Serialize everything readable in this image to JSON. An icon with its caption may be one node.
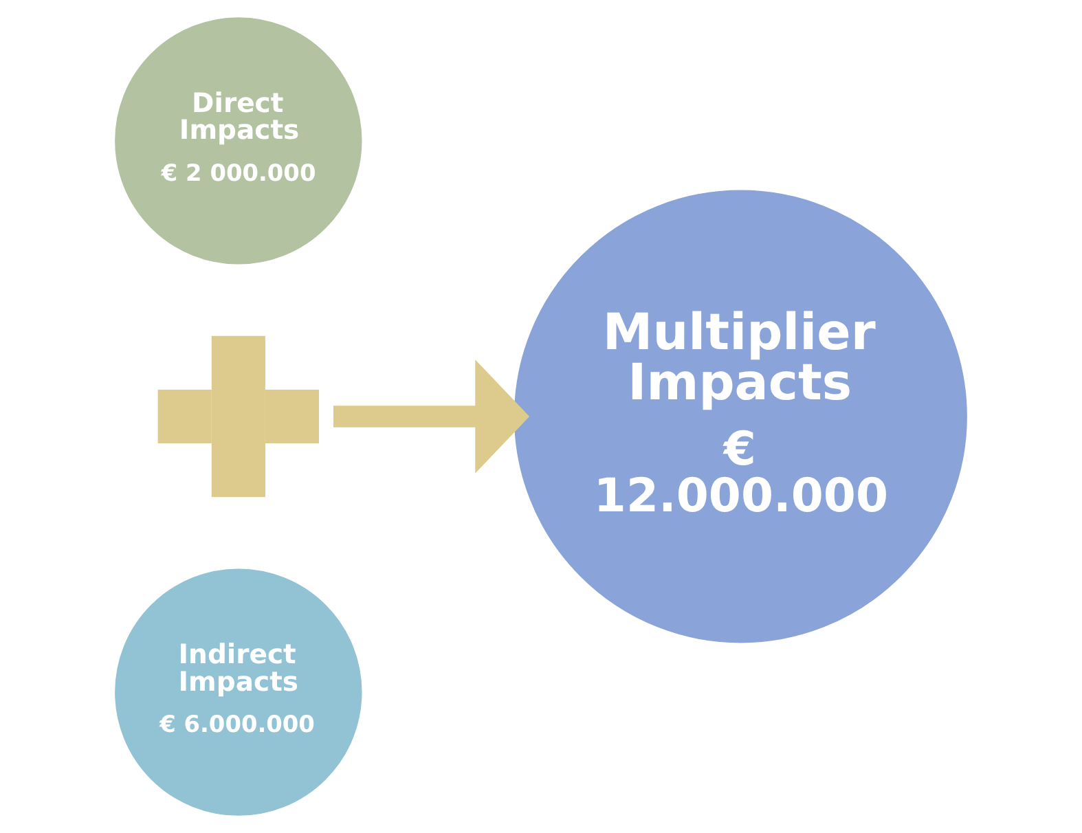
{
  "diagram": {
    "nodes": [
      {
        "text": [
          "Direct Impacts",
          "€ 2 000.000"
        ]
      },
      {
        "text": [],
        "shape": "plus"
      },
      {
        "text": [
          "Indirect Impacts",
          "€ 6.000.000"
        ]
      },
      {
        "text": [
          "Multiplier Impacts",
          "€ 12.000.000"
        ]
      }
    ],
    "edges": [
      {
        "from": 1,
        "to": 3,
        "arrow": "to"
      }
    ]
  }
}
